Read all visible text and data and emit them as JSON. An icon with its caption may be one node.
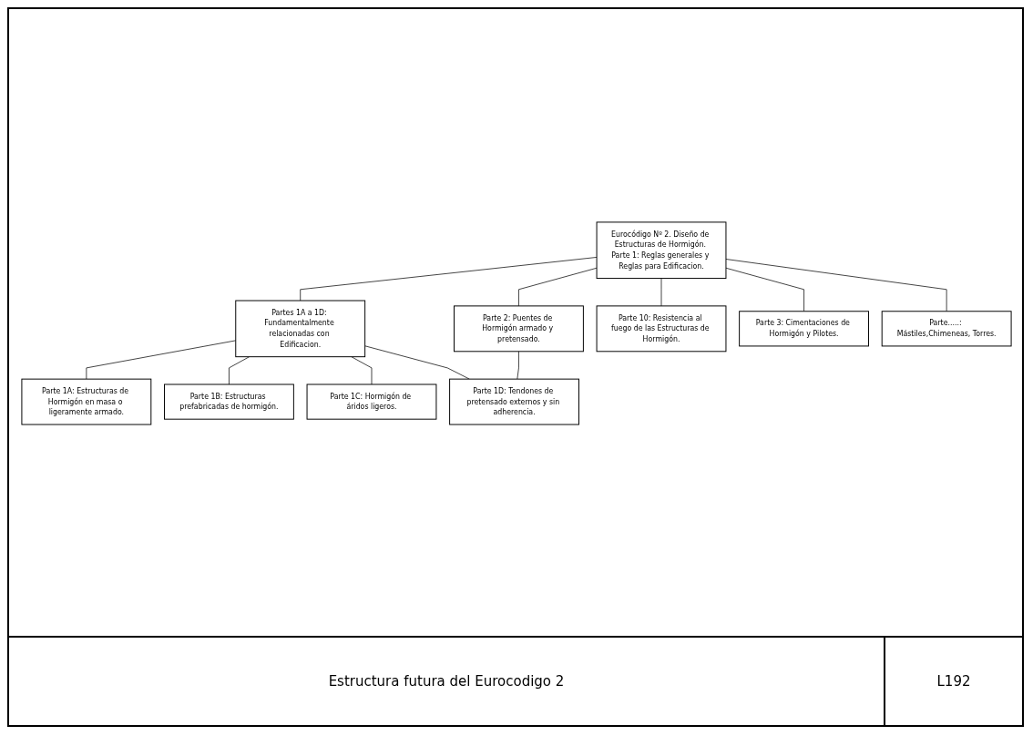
{
  "diagram": {
    "caption": "Estructura futura del Eurocodigo 2",
    "nodes": [
      {
        "text": [
          "Eurocódigo Nº 2. Diseño de Estructuras de Hormigón. Parte 1: Reglas generales y Reglas para Edificacion."
        ]
      },
      {
        "text": [
          "Partes 1A a 1D: Fundamentalmente relacionadas con Edificacion."
        ]
      },
      {
        "text": [
          "Parte 2: Puentes de Hormigón armado y pretensado."
        ]
      },
      {
        "text": [
          "Parte 10: Resistencia al fuego de las Estructuras de Hormigón."
        ]
      },
      {
        "text": [
          "Parte 1A: Estructuras de Hormigón en masa o ligeramente armado."
        ]
      },
      {
        "text": [
          "Parte 1B: Estructuras prefabricadas de hormigón."
        ]
      },
      {
        "text": [
          "Parte 3: Cimentaciones de Hormigón y Pilotes."
        ]
      },
      {
        "text": [
          "Parte 1C: Hormigón de áridos ligeros."
        ]
      },
      {
        "text": [
          "Parte 1D: Tendones de pretensado externos y sin adherencia."
        ]
      },
      {
        "text": [
          "Parte.....: Mástiles,Chimeneas, Torres."
        ]
      }
    ],
    "edges": [
      {
        "from": 0,
        "to": 1,
        "arrow": "none"
      },
      {
        "from": 0,
        "to": 2,
        "arrow": "none"
      },
      {
        "from": 0,
        "to": 3,
        "arrow": "none"
      },
      {
        "from": 0,
        "to": 6,
        "arrow": "none"
      },
      {
        "from": 0,
        "to": 9,
        "arrow": "none"
      },
      {
        "from": 1,
        "to": 4,
        "arrow": "none"
      },
      {
        "from": 1,
        "to": 5,
        "arrow": "none"
      },
      {
        "from": 1,
        "to": 7,
        "arrow": "none"
      },
      {
        "from": 1,
        "to": 8,
        "arrow": "none"
      },
      {
        "from": 2,
        "to": 8,
        "arrow": "none"
      }
    ],
    "labels": [
      "L192"
    ]
  }
}
